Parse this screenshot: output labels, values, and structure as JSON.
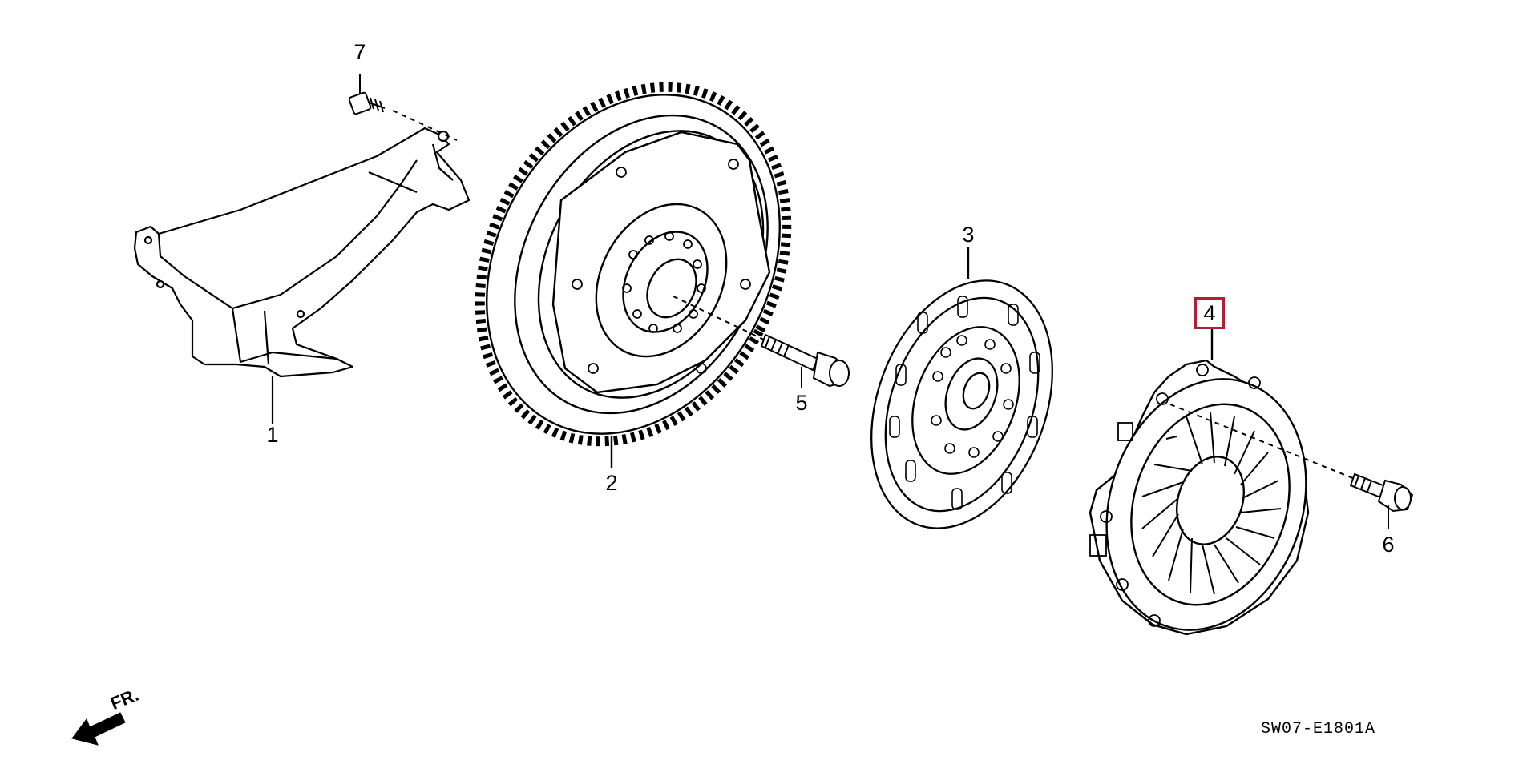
{
  "parts": [
    {
      "number": "1"
    },
    {
      "number": "2"
    },
    {
      "number": "3"
    },
    {
      "number": "4",
      "selected": true
    },
    {
      "number": "5"
    },
    {
      "number": "6"
    },
    {
      "number": "7"
    }
  ],
  "front_indicator": "FR.",
  "diagram_code": "SW07-E1801A",
  "colors": {
    "line": "#000000",
    "highlight": "#b01e3a",
    "background": "#ffffff"
  }
}
